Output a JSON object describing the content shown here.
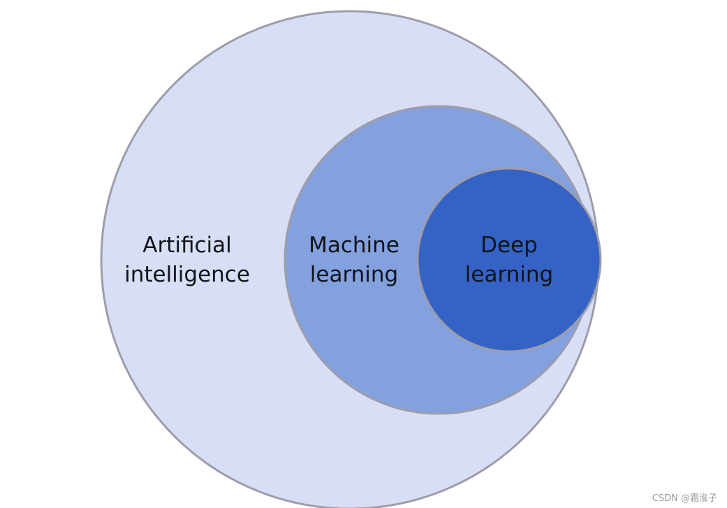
{
  "diagram": {
    "type": "nested-circles",
    "circles": [
      {
        "id": "ai",
        "label_lines": [
          "Artificial",
          "intelligence"
        ],
        "fill": "#d9def7",
        "stroke": "#9d9daa"
      },
      {
        "id": "ml",
        "label_lines": [
          "Machine",
          "learning"
        ],
        "fill": "#83a0df",
        "stroke": "#9d9daa"
      },
      {
        "id": "dl",
        "label_lines": [
          "Deep",
          "learning"
        ],
        "fill": "#3563c5",
        "stroke": "#9d9daa"
      }
    ]
  },
  "watermark": {
    "text": "CSDN @霜淮子"
  }
}
